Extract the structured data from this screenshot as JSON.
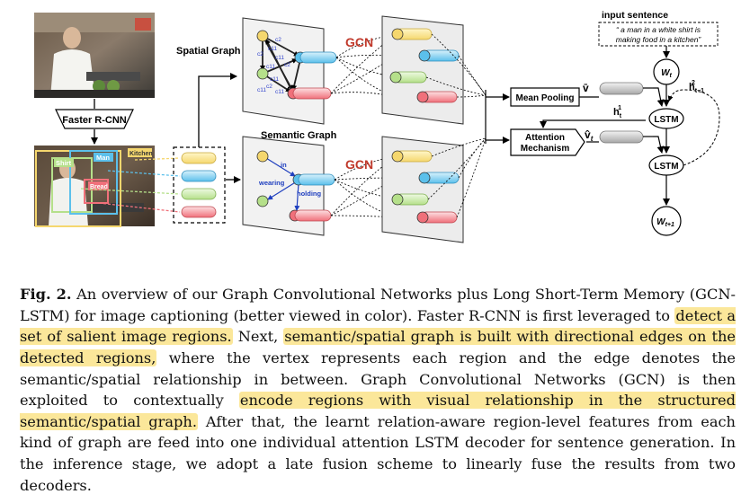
{
  "figure": {
    "faster_rcnn": "Faster R-CNN",
    "spatial_graph": "Spatial Graph",
    "semantic_graph": "Semantic Graph",
    "gcn": "GCN",
    "mean_pooling": "Mean Pooling",
    "attention_line1": "Attention",
    "attention_line2": "Mechanism",
    "lstm": "LSTM",
    "input_sentence_title": "input sentence",
    "input_sentence_line1": "“ a man in a white shirt is",
    "input_sentence_line2": "making food in a kitchen”",
    "word_in": "W",
    "word_in_sub": "t",
    "word_out": "W",
    "word_out_sub": "t+1",
    "v_bar": "v̄",
    "v_hat": "v̂",
    "v_hat_sub": "t",
    "h1": "h",
    "h1_sub": "t",
    "h1_sup": "1",
    "h2": "h",
    "h2_sub": "t−1",
    "h2_sup": "2",
    "det_labels": [
      "Shirt",
      "Man",
      "Kitchen",
      "Bread"
    ],
    "spatial_edge_labels": [
      "c2",
      "c11",
      "c2",
      "c11",
      "c2",
      "c11",
      "c11",
      "c2",
      "c11",
      "c11"
    ],
    "semantic_edge_labels": [
      "in",
      "wearing",
      "holding"
    ]
  },
  "caption": {
    "label": "Fig. 2.",
    "seg1": " An overview of our Graph Convolutional Networks plus Long Short-Term Memory (GCN-LSTM) for image captioning (better viewed in color). Faster R-CNN is first leveraged to ",
    "hl1": "detect a set of salient image regions.",
    "seg2": " Next, ",
    "hl2": "semantic/spatial graph is built with directional edges on the detected regions,",
    "seg3": " where the vertex represents each region and the edge denotes the semantic/spatial relationship in between. Graph Convolutional Networks (GCN) is then exploited to contextually ",
    "hl3": "encode regions with visual relationship in the structured semantic/spatial graph.",
    "seg4": " After that, the learnt relation-aware region-level features from each kind of graph are feed into one individual attention LSTM decoder for sentence generation. In the inference stage, we adopt a late fusion scheme to linearly fuse the results from two decoders."
  },
  "colors": {
    "yellow": "#f5d76e",
    "blue": "#5bc0eb",
    "green": "#b5e08a",
    "red": "#f0707a",
    "highlight": "#fbe79a"
  }
}
